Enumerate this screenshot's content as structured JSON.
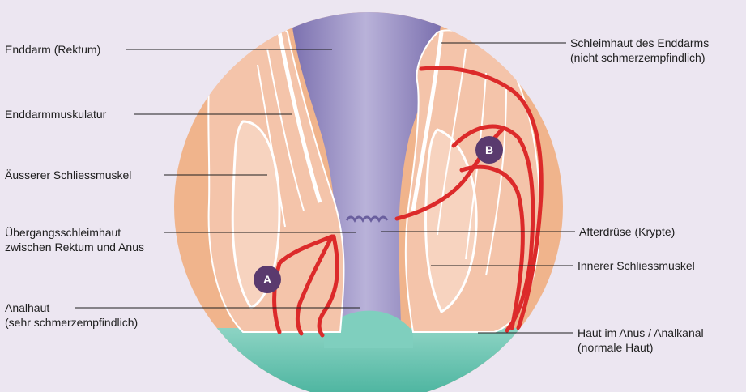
{
  "labels": {
    "enddarm": "Enddarm (Rektum)",
    "muskulatur": "Enddarmmuskulatur",
    "aeusserer": "Äusserer Schliessmuskel",
    "uebergang_1": "Übergangsschleimhaut",
    "uebergang_2": "zwischen Rektum und Anus",
    "analhaut_1": "Analhaut",
    "analhaut_2": "(sehr schmerzempfindlich)",
    "schleimhaut_1": "Schleimhaut des Enddarms",
    "schleimhaut_2": "(nicht schmerzempfindlich)",
    "afterdruese": "Afterdrüse (Krypte)",
    "innerer": "Innerer Schliessmuskel",
    "haut_1": "Haut im Anus / Analkanal",
    "haut_2": "(normale Haut)"
  },
  "markers": {
    "a": "A",
    "b": "B"
  },
  "colors": {
    "background": "#ece6f1",
    "skin": "#f0b48c",
    "muscle": "#f3c3a8",
    "canal": "#8a7fb6",
    "mucosa_bottom": "#6dc3b0",
    "abscess": "#dc2a2a",
    "marker": "#5a3a6e"
  }
}
